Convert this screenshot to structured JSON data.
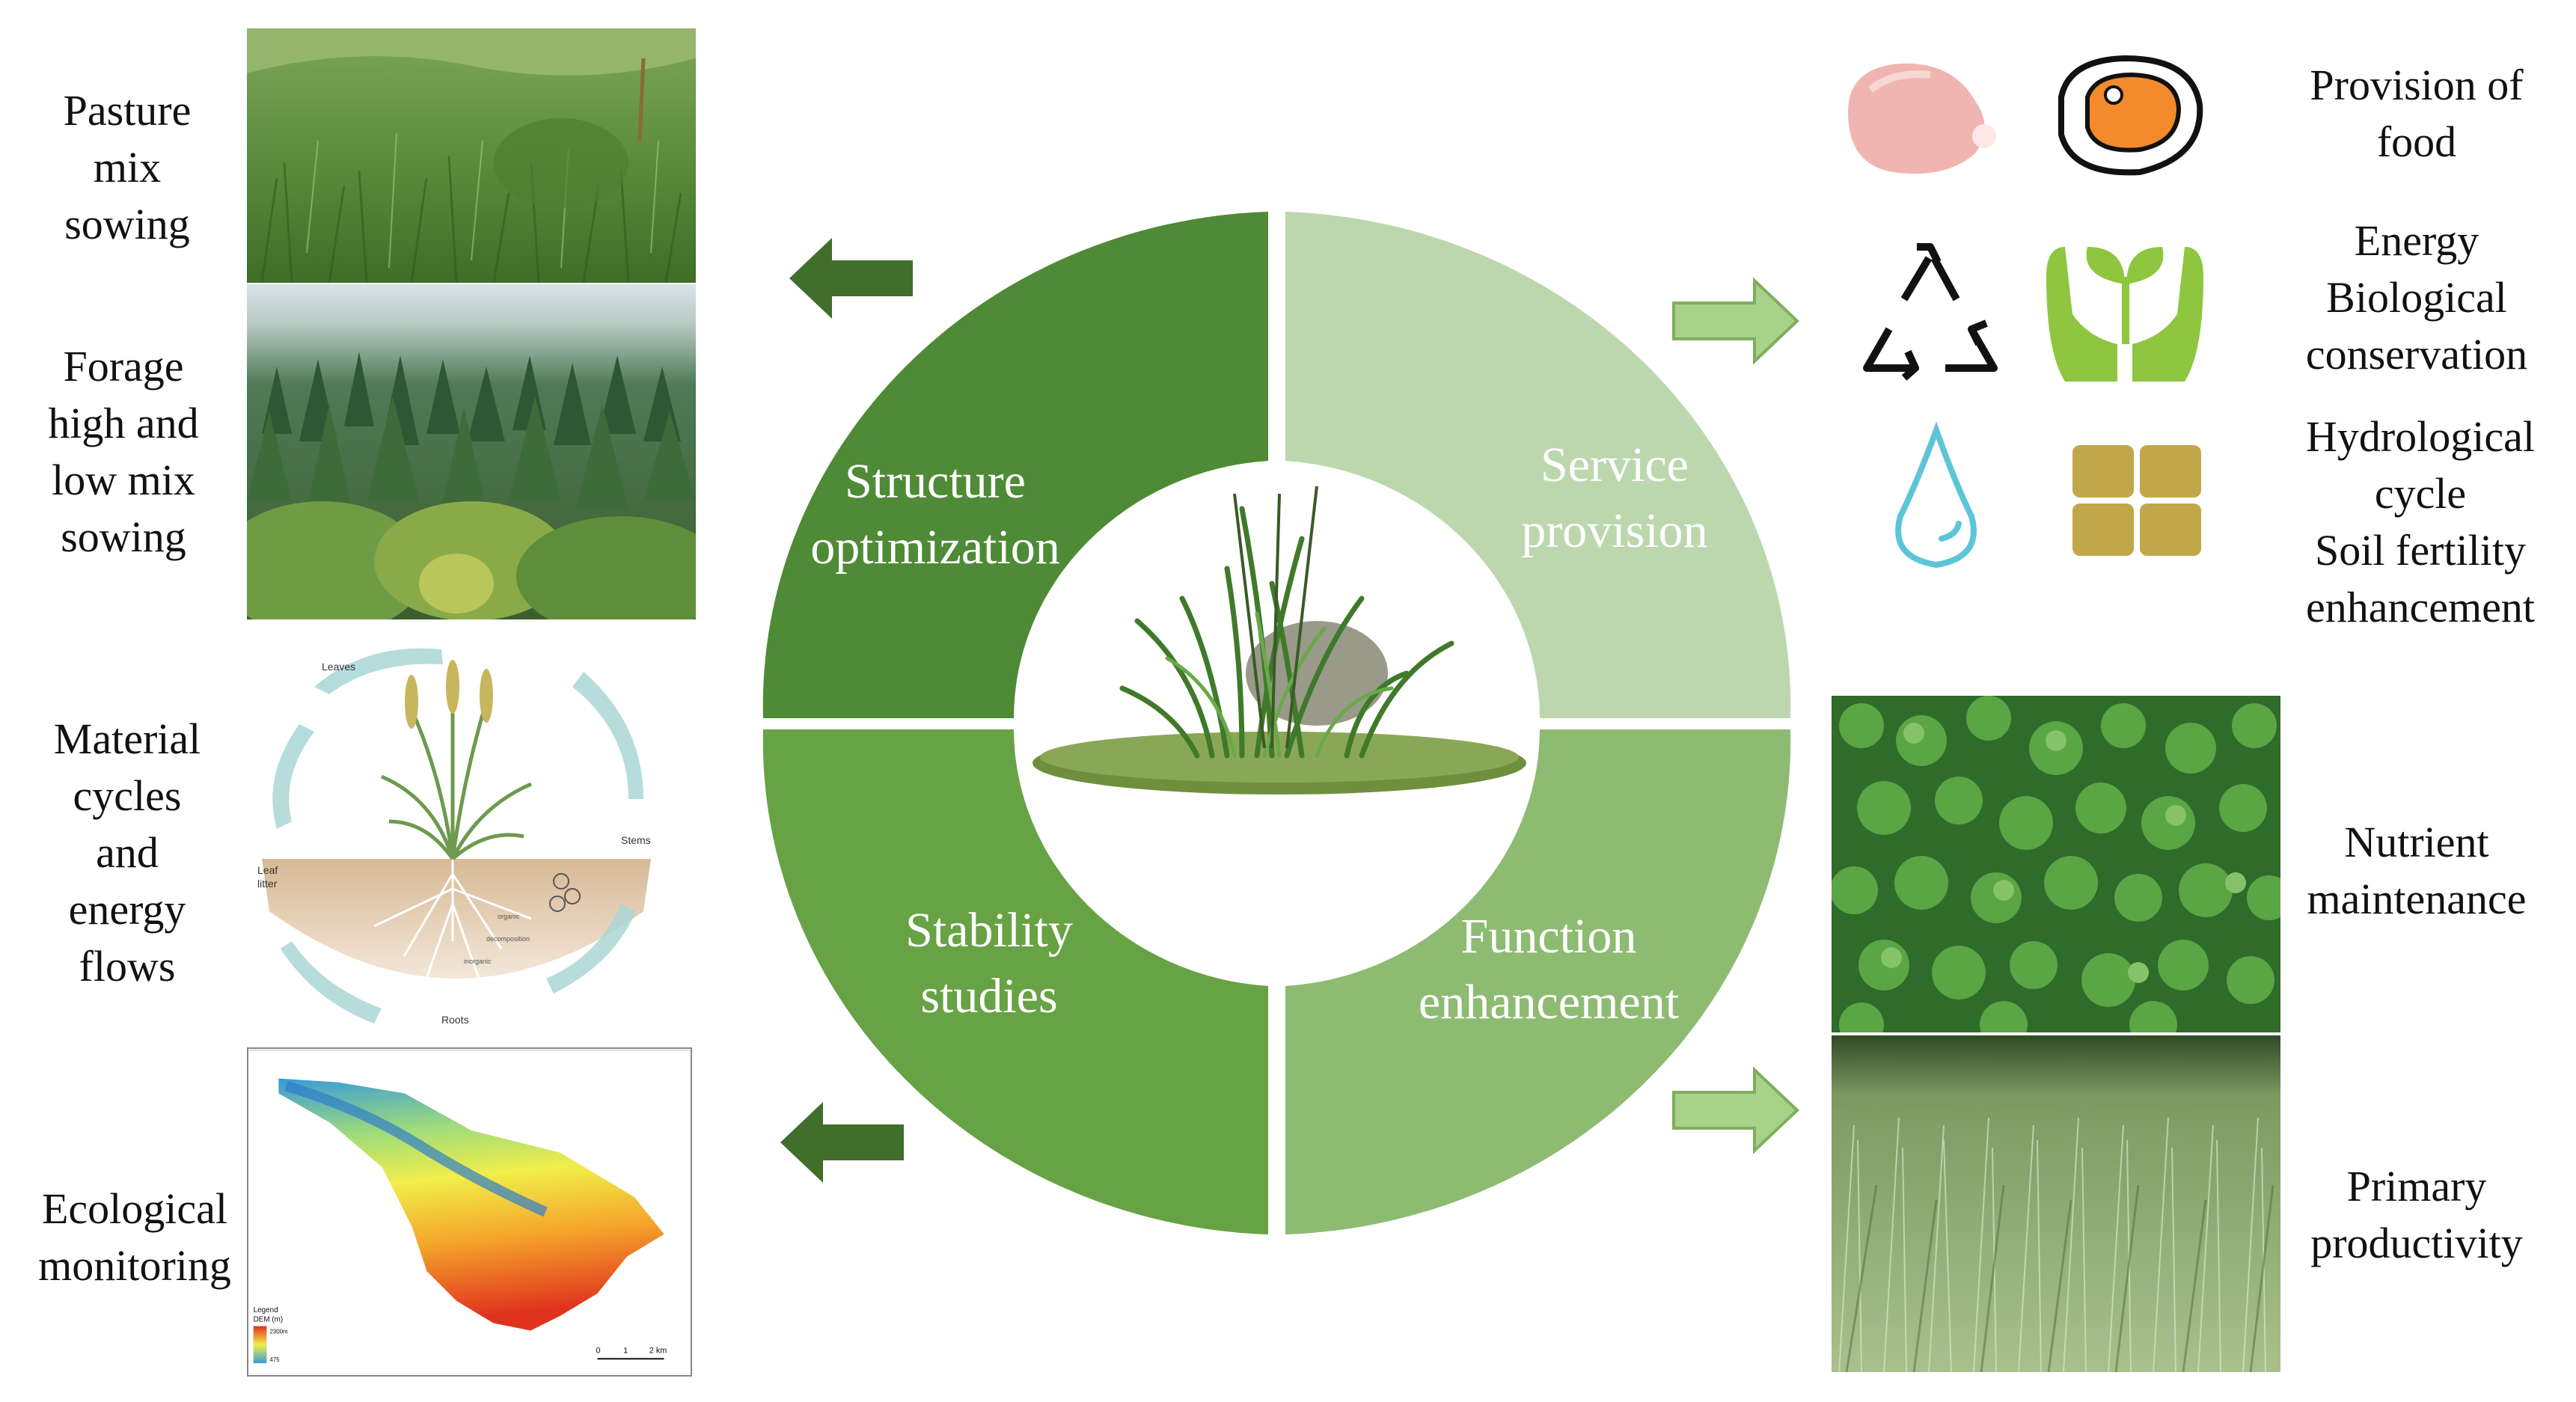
{
  "left_labels": {
    "pasture": "Pasture\nmix\nsowing",
    "forage": "Forage\nhigh and\nlow mix\nsowing",
    "material": "Material\ncycles\nand\nenergy\nflows",
    "ecological": "Ecological\nmonitoring"
  },
  "ring": {
    "structure": [
      "Structure",
      "optimization"
    ],
    "service": [
      "Service",
      "provision"
    ],
    "stability": [
      "Stability",
      "studies"
    ],
    "function": [
      "Function",
      "enhancement"
    ],
    "colors": {
      "structure": "#4f8a36",
      "service": "#bcd7ad",
      "stability": "#67a244",
      "function": "#8dbb72",
      "dark_arrow": "#3f6f2a",
      "light_arrow": "#a8d18a"
    }
  },
  "cycle_diagram": {
    "leaves": "Leaves",
    "stems": "Stems",
    "leaf_litter": [
      "Leaf",
      "litter"
    ],
    "roots": "Roots",
    "soil_labels": [
      "organic",
      "decomposition",
      "inorganic"
    ]
  },
  "map": {
    "legend_title": "Legend",
    "legend_sub": "DEM (m)",
    "legend_high": "2300m",
    "legend_low": "475",
    "scale": [
      "0",
      "1",
      "2 km"
    ]
  },
  "right_labels": {
    "food": "Provision of\nfood",
    "energy": "Energy\nBiological\nconservation",
    "hydro": "Hydrological\ncycle\nSoil fertility\nenhancement",
    "nutrient": "Nutrient\nmaintenance",
    "primary": "Primary\nproductivity"
  },
  "icons": {
    "row1": [
      "chicken-leg-icon",
      "steak-icon"
    ],
    "row2": [
      "recycle-icon",
      "hands-sprout-icon"
    ],
    "row3": [
      "water-drop-icon",
      "soil-block-icon"
    ]
  }
}
